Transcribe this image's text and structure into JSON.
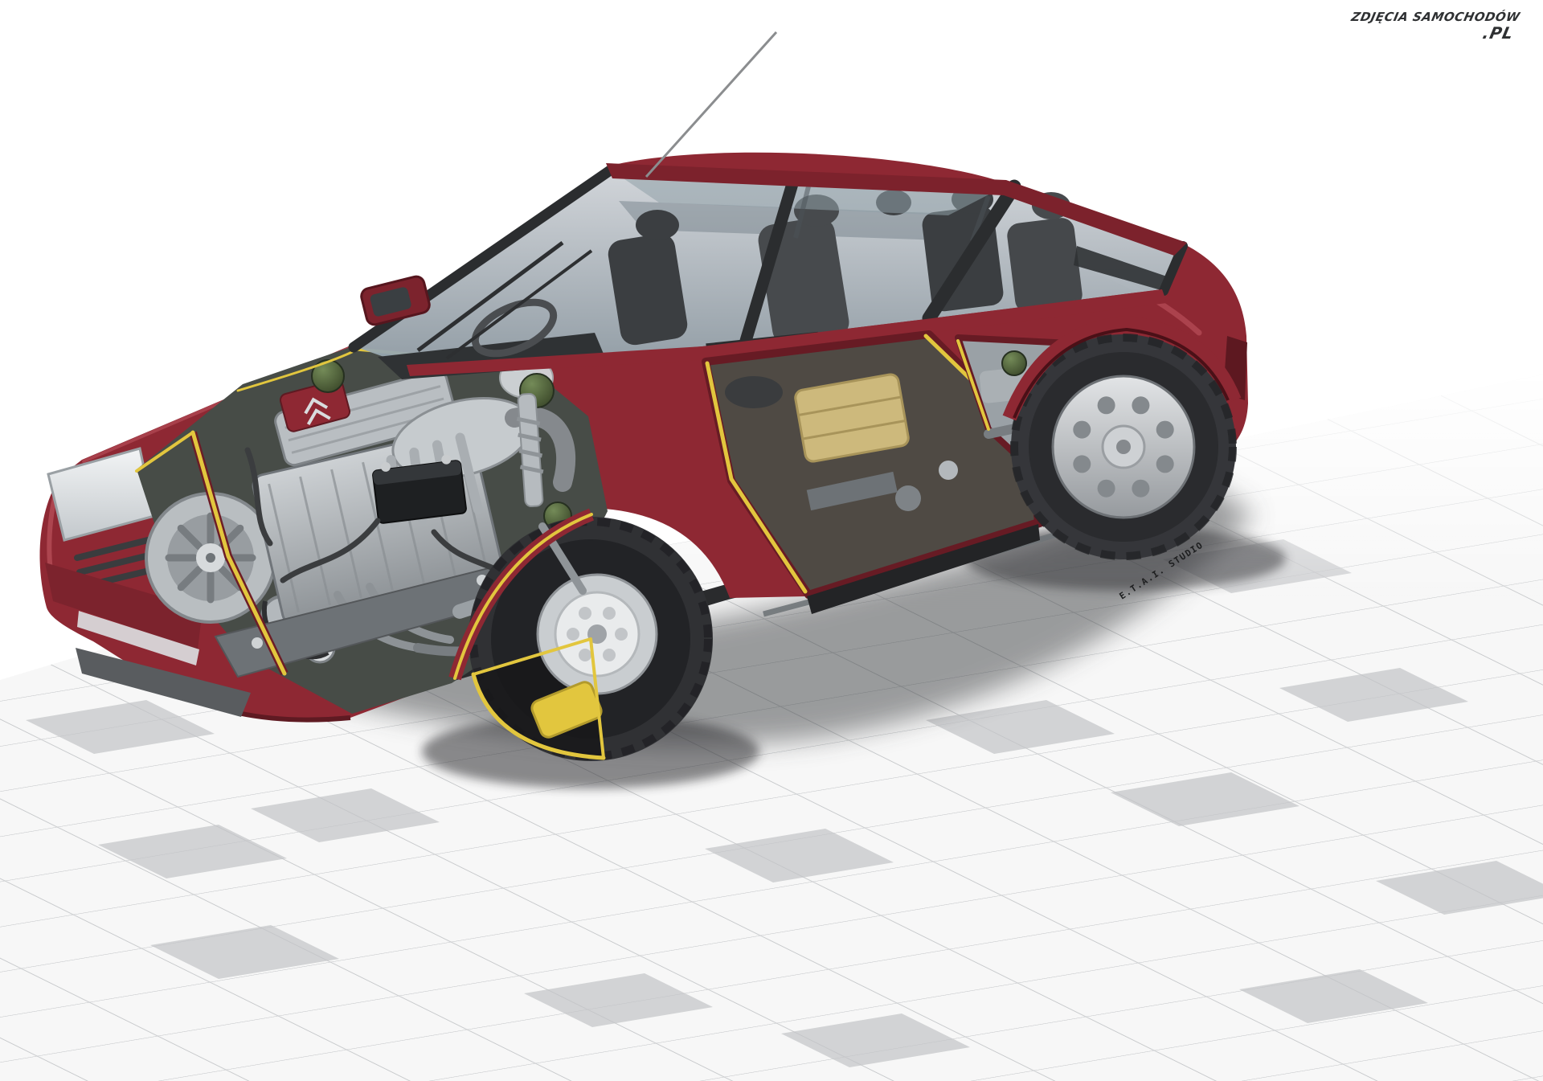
{
  "palette": {
    "bg": "#ffffff",
    "floor": "#f7f7f7",
    "grout": "#c9cbcd",
    "tile_dark": "#c3c5c7",
    "shadow": "#3e4043",
    "body": "#8e2833",
    "body_dark": "#671b24",
    "body_light": "#c25863",
    "glass": "#c5d0d5",
    "glass_deep": "#8fa0a8",
    "pillar": "#2b2d2f",
    "interior": "#3b3e41",
    "interior_light": "#474a4d",
    "metal": "#b3b8bc",
    "metal_dark": "#7e8387",
    "metal_light": "#d9dcde",
    "engine_bg": "#474c47",
    "cutline": "#e2c63e",
    "sphere": "#4d6240",
    "tire": "#333437",
    "hub": "#e9ebec",
    "ink": "#1d1e1f",
    "watermark_ink": "#2e3032"
  },
  "watermark": {
    "line1": "ZDJĘCIA SAMOCHODÓW",
    "line2": ".PL"
  },
  "signature": {
    "text": "E.T.A.I. STUDIO"
  }
}
